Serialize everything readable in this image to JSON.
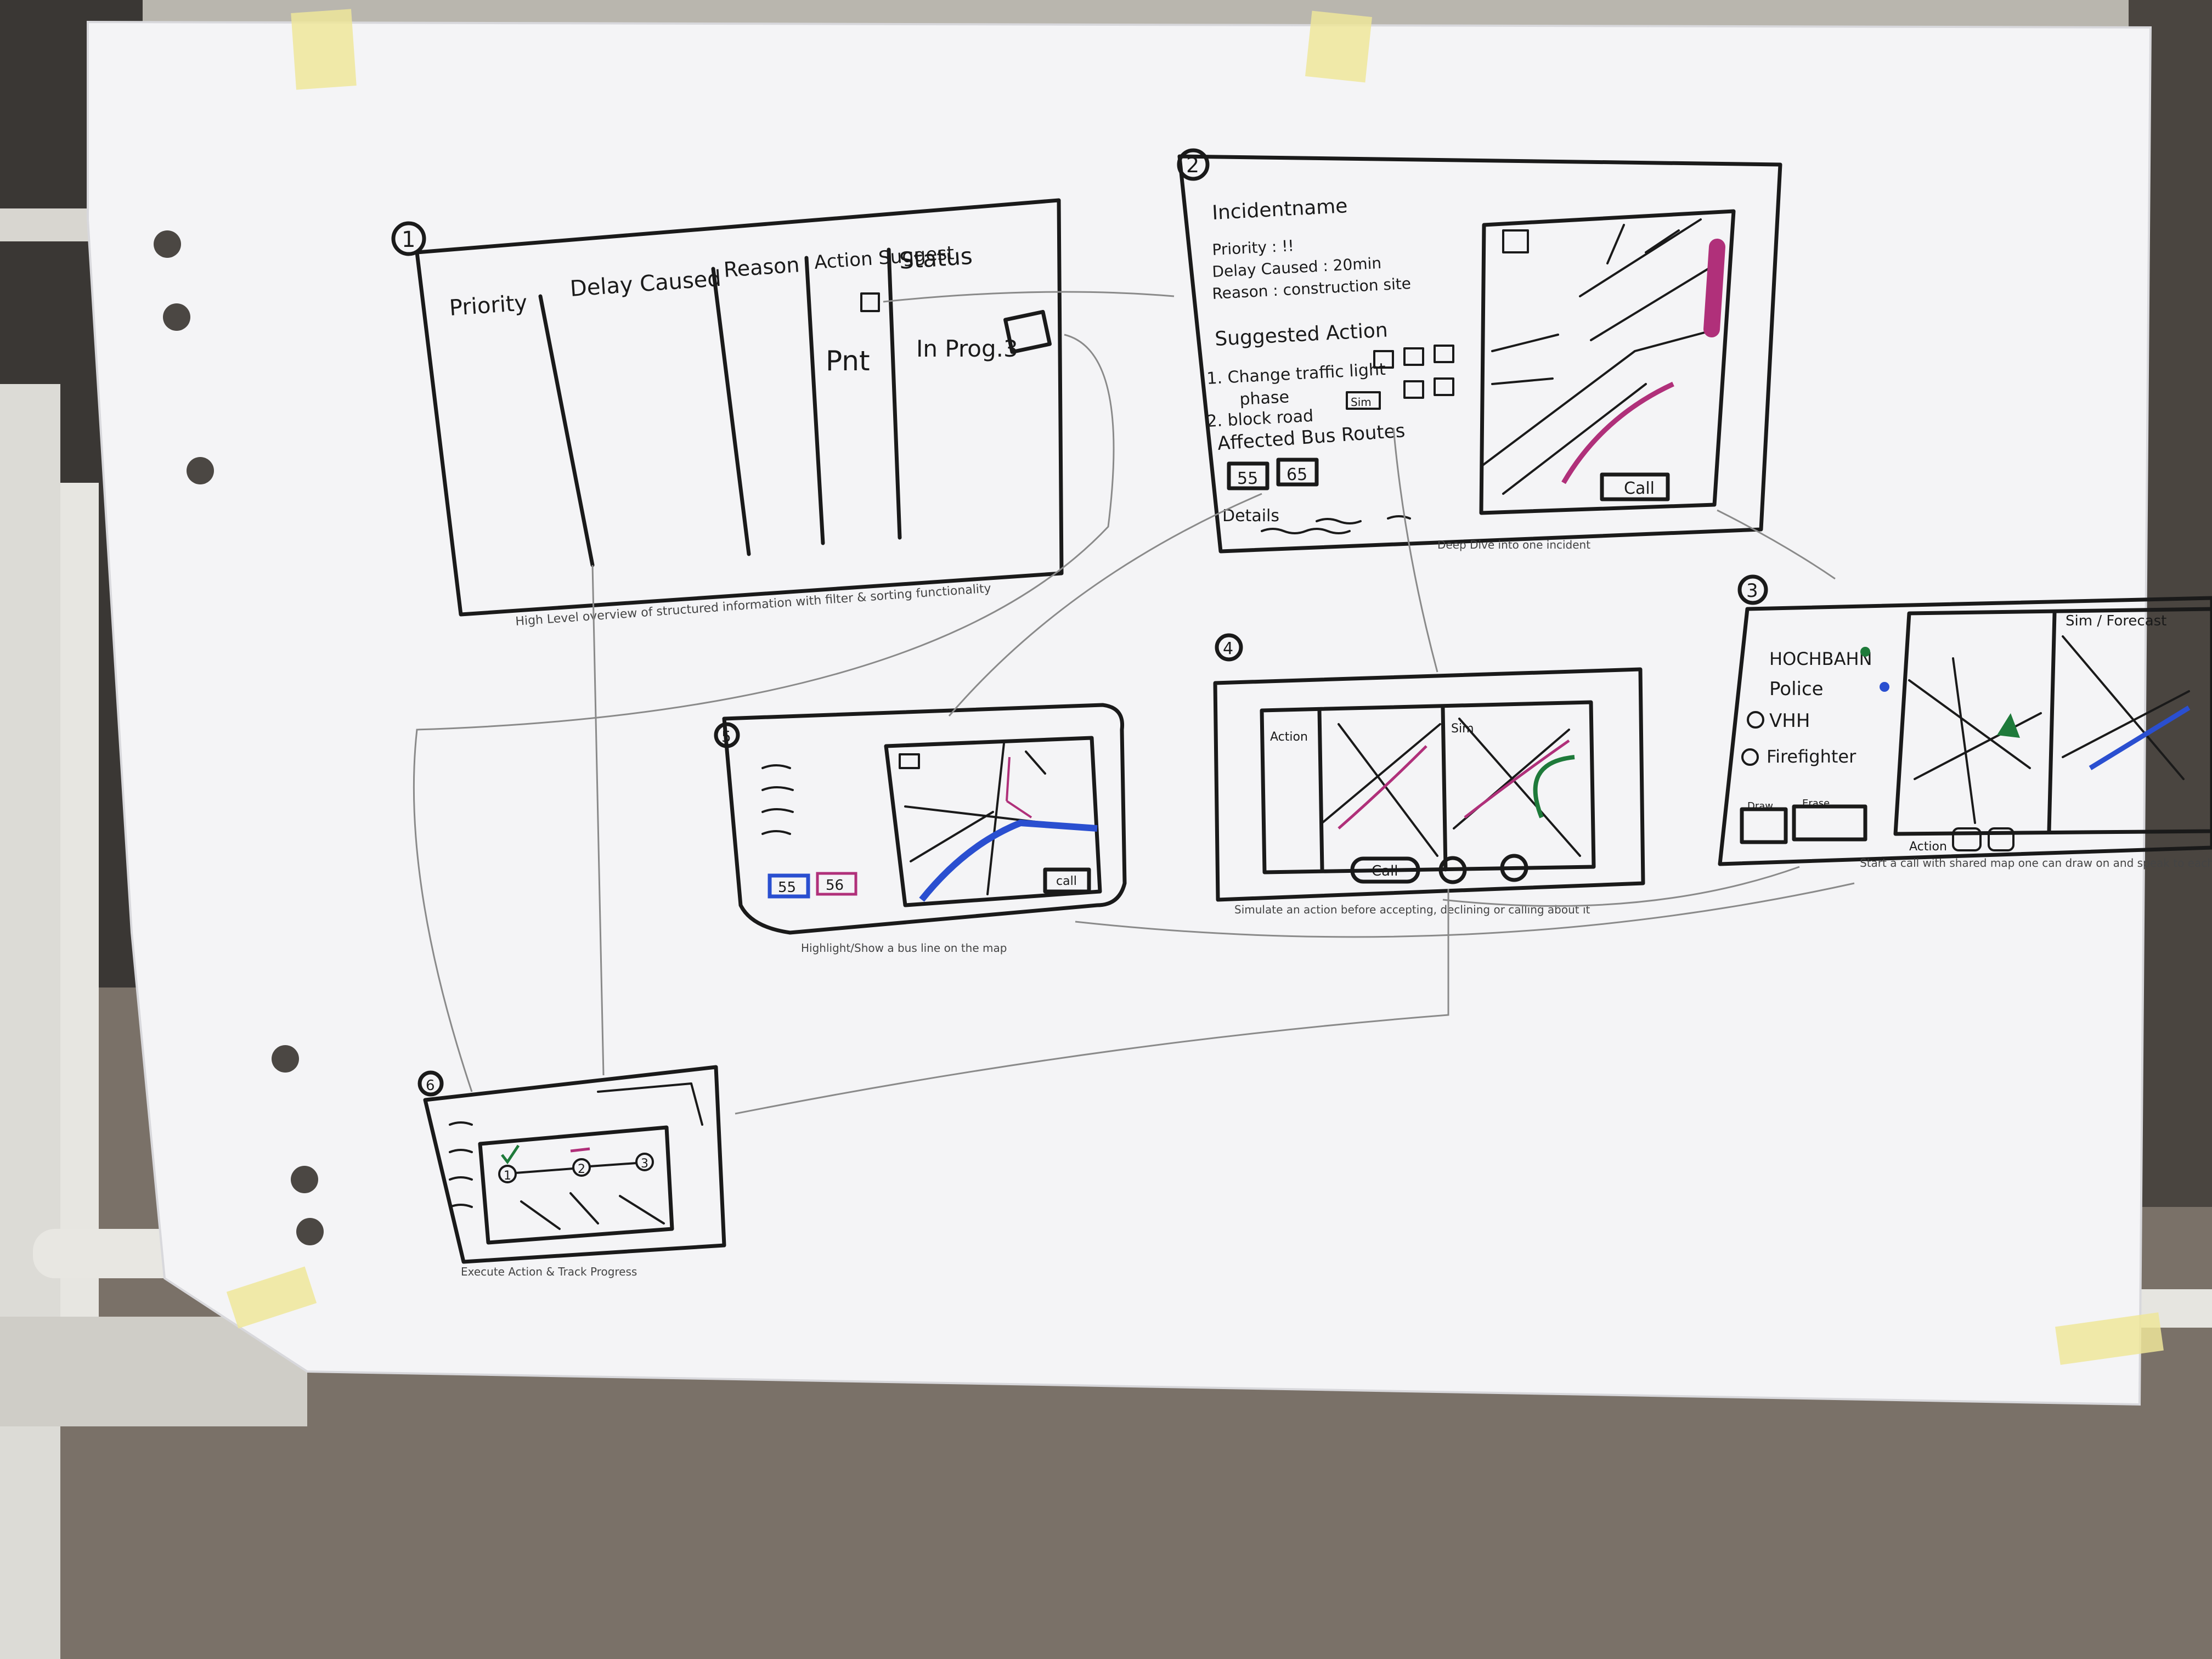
{
  "colors": {
    "paper": "#f4f4f6",
    "ink": "#1a1a1a",
    "magenta": "#b0307a",
    "blue": "#2a4fd0",
    "green": "#1e7a3a",
    "tape": "#efe79a"
  },
  "frame1": {
    "number": "1",
    "headers": [
      "Priority",
      "Delay Caused",
      "Reason",
      "Action Suggest.",
      "Status"
    ],
    "row_action": "Pnt",
    "row_status": "In Prog.3",
    "caption": "High Level overview of structured information with filter & sorting functionality"
  },
  "frame2": {
    "number": "2",
    "title": "Incidentname",
    "priority": "Priority   :  !!",
    "delay": "Delay Caused : 20min",
    "reason": "Reason : construction site",
    "suggested": "Suggested Action",
    "action1": "1. Change traffic light",
    "action1b": "phase",
    "action2": "2. block road",
    "sim_label": "Sim",
    "routes_title": "Affected Bus Routes",
    "routes": [
      "55",
      "65"
    ],
    "details": "Details",
    "call": "Call",
    "caption": "Deep Dive into one incident"
  },
  "frame3": {
    "number": "3",
    "contacts": [
      "HOCHBAHN",
      "Police",
      "VHH",
      "Firefighter"
    ],
    "map_label": "Sim / Forecast",
    "draw": "Draw",
    "erase": "Erase",
    "actions": "Action",
    "caption": "Start a call with shared map one can draw on and speak to each other at the same time"
  },
  "frame4": {
    "number": "4",
    "panel_action": "Action",
    "panel_sim": "Sim",
    "call": "Call",
    "caption": "Simulate an action before accepting, declining or calling about it"
  },
  "frame5": {
    "number": "5",
    "routes": [
      "55",
      "56"
    ],
    "call": "call",
    "caption": "Highlight/Show a bus line on the map"
  },
  "frame6": {
    "number": "6",
    "steps": [
      "1",
      "2",
      "3"
    ],
    "caption": "Execute Action & Track Progress"
  }
}
